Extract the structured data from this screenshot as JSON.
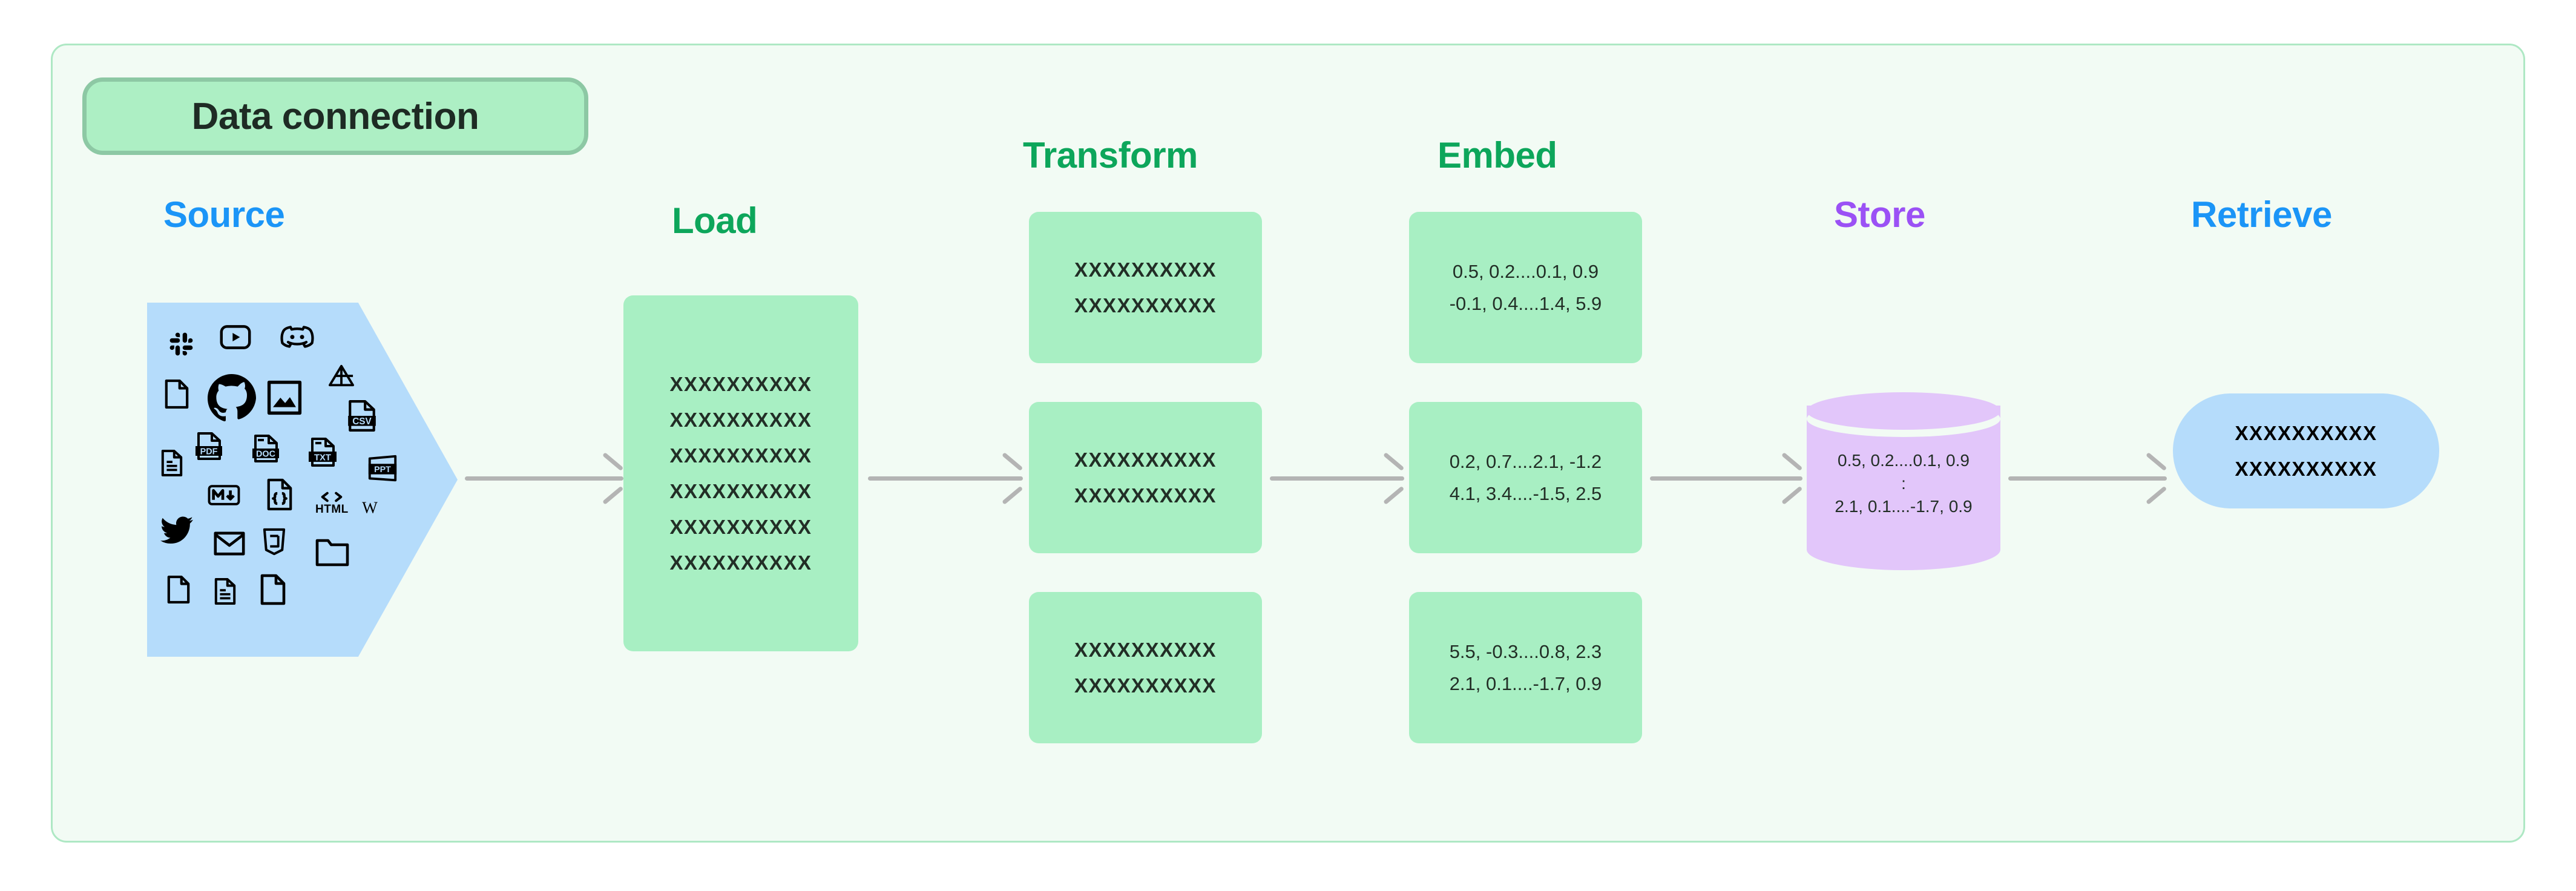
{
  "title_badge": {
    "label": "Data connection"
  },
  "colors": {
    "canvas_bg": "#F2FBF4",
    "canvas_border": "#AEE8C4",
    "badge_fill": "#ADEFC4",
    "badge_border": "#8DC8A4",
    "blue_heading": "#1B95F7",
    "green_heading": "#0DA65B",
    "purple_heading": "#9B51F5",
    "green_box": "#A8EFC3",
    "blue_shape": "#B5DCFB",
    "purple_cylinder": "#E2C6FA",
    "arrow_gray": "#B4B4B4",
    "text_dark": "#222E26"
  },
  "stages": [
    {
      "id": "source",
      "heading": "Source",
      "color": "#1B95F7"
    },
    {
      "id": "load",
      "heading": "Load",
      "color": "#0DA65B"
    },
    {
      "id": "transform",
      "heading": "Transform",
      "color": "#0DA65B"
    },
    {
      "id": "embed",
      "heading": "Embed",
      "color": "#0DA65B"
    },
    {
      "id": "store",
      "heading": "Store",
      "color": "#9B51F5"
    },
    {
      "id": "retrieve",
      "heading": "Retrieve",
      "color": "#1B95F7"
    }
  ],
  "source": {
    "icons": [
      "slack-icon",
      "youtube-icon",
      "discord-icon",
      "file-blank-icon",
      "github-icon",
      "image-icon",
      "google-drive-icon",
      "csv-file-icon",
      "file-lines-icon",
      "pdf-file-icon",
      "doc-file-icon",
      "txt-file-icon",
      "ppt-file-icon",
      "markdown-icon",
      "json-code-file-icon",
      "html-icon",
      "wikipedia-icon",
      "twitter-icon",
      "email-icon",
      "css3-icon",
      "folder-icon",
      "file-blank-2-icon",
      "file-lines-2-icon",
      "file-blank-3-icon"
    ]
  },
  "load": {
    "lines": [
      "XXXXXXXXXX",
      "XXXXXXXXXX",
      "XXXXXXXXXX",
      "XXXXXXXXXX",
      "XXXXXXXXXX",
      "XXXXXXXXXX"
    ]
  },
  "transform": {
    "boxes": [
      {
        "lines": [
          "XXXXXXXXXX",
          "XXXXXXXXXX"
        ]
      },
      {
        "lines": [
          "XXXXXXXXXX",
          "XXXXXXXXXX"
        ]
      },
      {
        "lines": [
          "XXXXXXXXXX",
          "XXXXXXXXXX"
        ]
      }
    ]
  },
  "embed": {
    "boxes": [
      {
        "lines": [
          "0.5, 0.2....0.1, 0.9",
          "-0.1, 0.4....1.4, 5.9"
        ]
      },
      {
        "lines": [
          "0.2, 0.7....2.1, -1.2",
          "4.1, 3.4....-1.5, 2.5"
        ]
      },
      {
        "lines": [
          "5.5, -0.3....0.8, 2.3",
          "2.1, 0.1....-1.7, 0.9"
        ]
      }
    ]
  },
  "store": {
    "lines": [
      "0.5, 0.2....0.1, 0.9",
      ":",
      "2.1, 0.1....-1.7, 0.9"
    ]
  },
  "retrieve": {
    "lines": [
      "XXXXXXXXXX",
      "XXXXXXXXXX"
    ]
  },
  "arrows": [
    {
      "from": "source",
      "to": "load"
    },
    {
      "from": "load",
      "to": "transform"
    },
    {
      "from": "transform",
      "to": "embed"
    },
    {
      "from": "embed",
      "to": "store"
    },
    {
      "from": "store",
      "to": "retrieve"
    }
  ]
}
